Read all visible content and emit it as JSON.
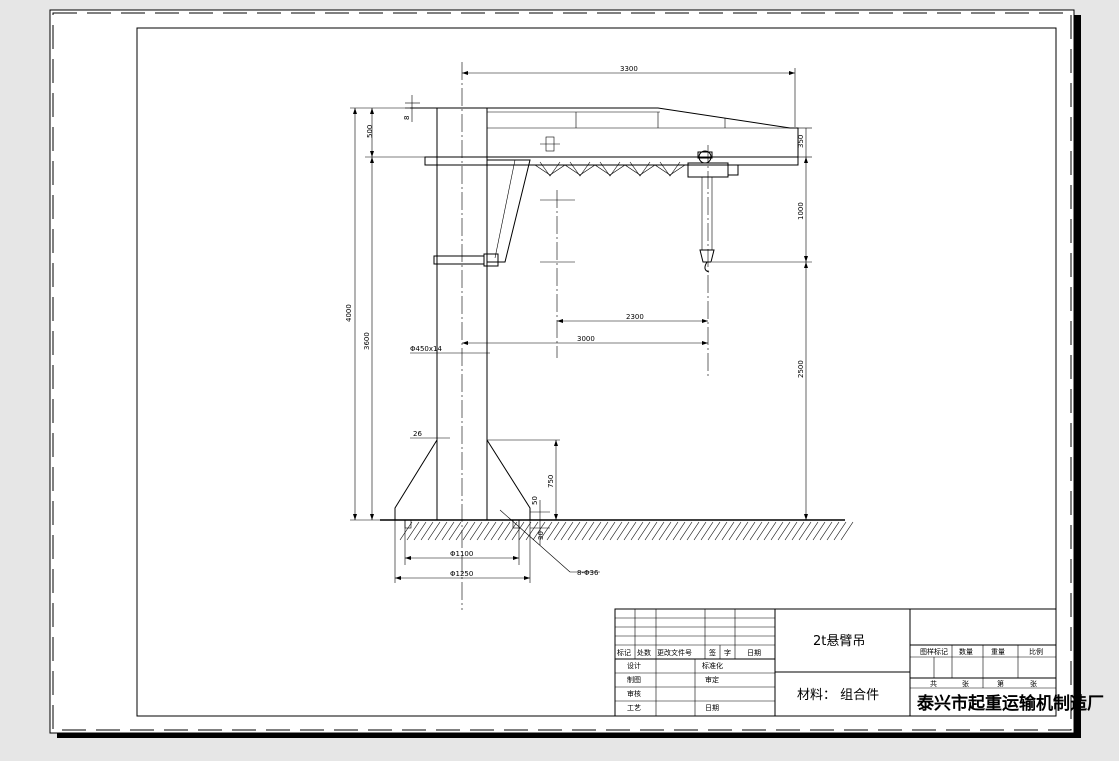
{
  "drawing": {
    "dimensions": {
      "span": "3300",
      "top_offset": "8",
      "arm_height": "500",
      "arm_end_height": "350",
      "hook_drop": "1000",
      "total_height": "4000",
      "column_height": "3600",
      "lift_height": "2500",
      "min_radius": "2300",
      "max_radius": "3000",
      "column_spec": "Φ450x14",
      "rib_thickness": "26",
      "base_height": "750",
      "plate_thickness": "50",
      "plate_bottom": "30",
      "bolt_circle": "Φ1100",
      "base_diameter": "Φ1250",
      "bolt_holes": "8-Φ36"
    }
  },
  "title_block": {
    "product_name": "2t悬臂吊",
    "material": "材料：   组合件",
    "company": "泰兴市起重运输机制造厂",
    "revision_headers": [
      "标记",
      "处数",
      "更改文件号",
      "签",
      "字",
      "日期"
    ],
    "roles": {
      "design": "设计",
      "standardize": "标准化",
      "draw": "制图",
      "approve": "审定",
      "review": "审核",
      "process": "工艺",
      "date": "日期"
    },
    "info_headers": [
      "图样标记",
      "数量",
      "重量",
      "比例"
    ],
    "sheet_labels": [
      "共",
      "张",
      "第",
      "张"
    ]
  }
}
